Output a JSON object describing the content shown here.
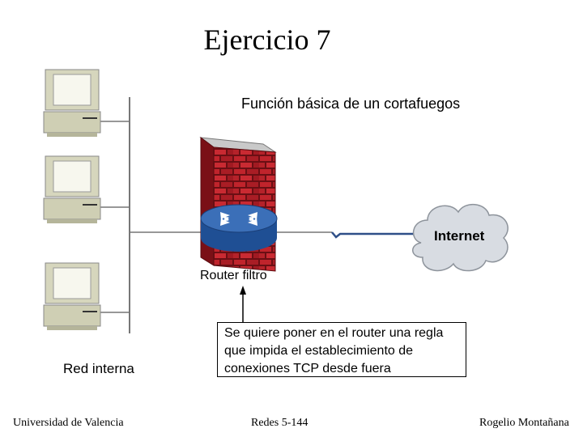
{
  "slide": {
    "title": "Ejercicio 7",
    "subtitle": "Función básica de un cortafuegos"
  },
  "diagram": {
    "router_label": "Router filtro",
    "internet_label": "Internet",
    "network_label": "Red interna",
    "note": "Se quiere poner en el router una regla que impida el establecimiento de conexiones TCP desde fuera"
  },
  "footer": {
    "left": "Universidad de Valencia",
    "center": "Redes 5-144",
    "right": "Rogelio Montañana"
  },
  "colors": {
    "brick": "#b8212a",
    "mortar": "#6b0f14",
    "router": "#2d5fa8",
    "cloud": "#d9dde3",
    "computer": "#cfcfb4"
  }
}
